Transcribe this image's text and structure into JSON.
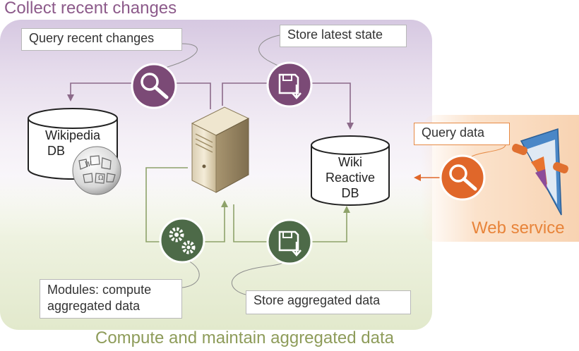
{
  "sections": {
    "collect": "Collect recent changes",
    "compute": "Compute and maintain aggregated data",
    "web": "Web service"
  },
  "callouts": {
    "query_recent": "Query recent changes",
    "store_latest": "Store latest state",
    "modules_line1": "Modules: compute",
    "modules_line2": "aggregated data",
    "store_aggregated": "Store aggregated data",
    "query_data": "Query data"
  },
  "databases": {
    "wikipedia_line1": "Wikipedia",
    "wikipedia_line2": "DB",
    "reactive_line1": "Wiki",
    "reactive_line2": "Reactive",
    "reactive_line3": "DB"
  },
  "colors": {
    "collect": "#7b4a76",
    "compute": "#4d6a48",
    "web": "#e0672a",
    "collect_arrow": "#8c6a8a",
    "compute_arrow": "#8ea26a"
  },
  "icons": {
    "query_recent": "magnifier-icon",
    "store_latest": "save-disk-icon",
    "modules": "gears-icon",
    "store_aggregated": "save-disk-icon",
    "query_data": "magnifier-icon",
    "server": "server-icon",
    "wikipedia_logo": "wikipedia-globe-icon",
    "web_service": "wiki-reactive-logo-icon"
  }
}
